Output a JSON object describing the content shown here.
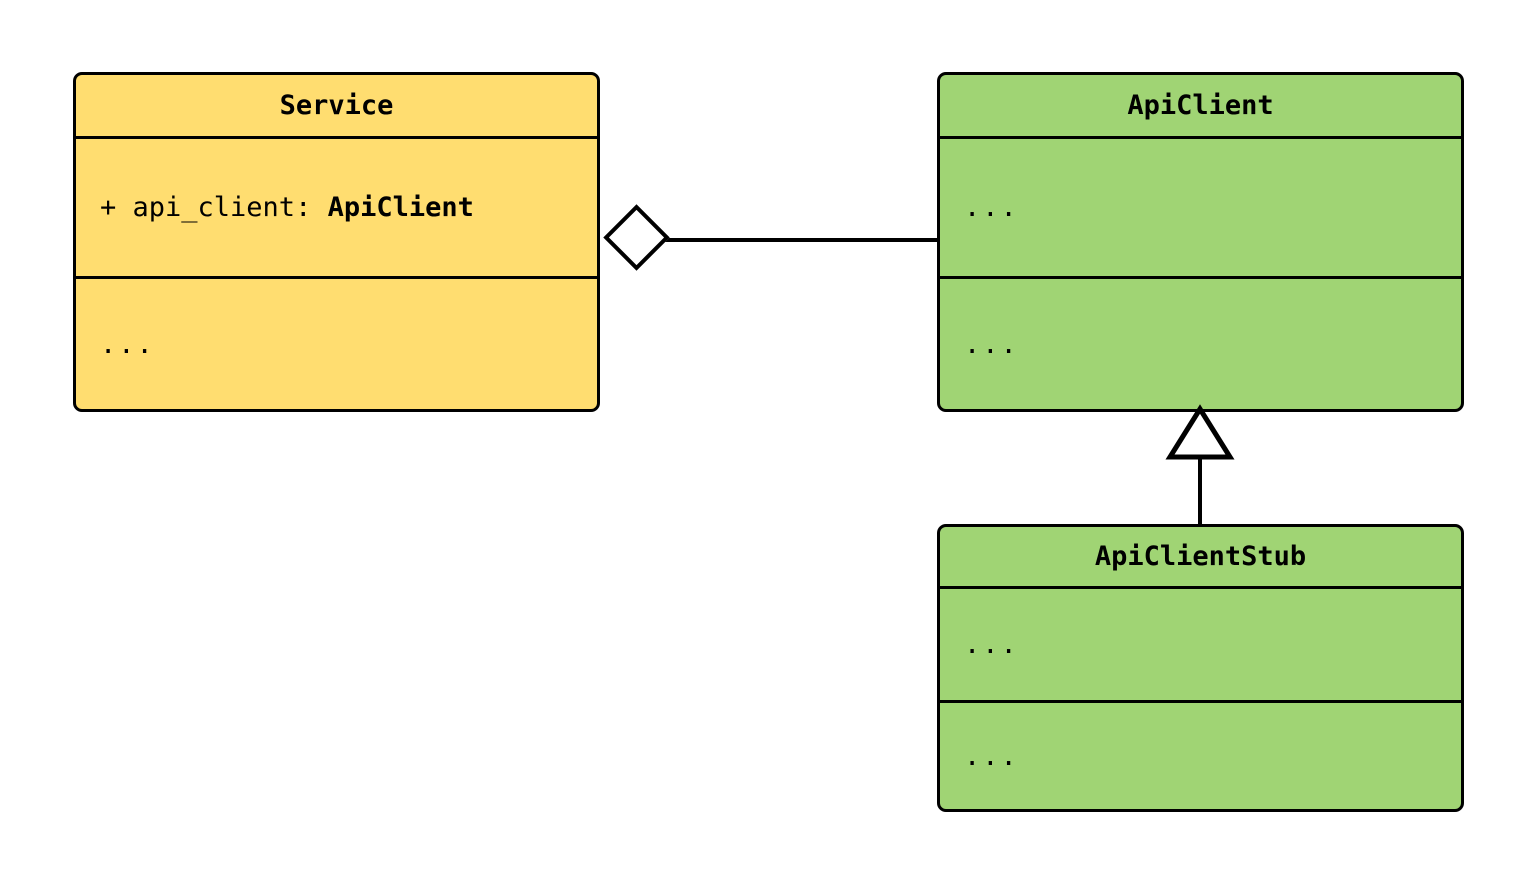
{
  "diagram": {
    "type": "uml-class-diagram",
    "background_color": "#ffffff",
    "stroke_color": "#000000",
    "classes": [
      {
        "id": "service",
        "name": "Service",
        "fill_color": "#ffdd70",
        "attributes": [
          {
            "visibility": "+",
            "name": "api_client",
            "separator": ": ",
            "type": "ApiClient",
            "text_plain": "+ api_client: ",
            "text_bold": "ApiClient"
          }
        ],
        "methods": [
          {
            "text": "..."
          }
        ]
      },
      {
        "id": "apiclient",
        "name": "ApiClient",
        "fill_color": "#a0d474",
        "attributes": [
          {
            "text": "..."
          }
        ],
        "methods": [
          {
            "text": "..."
          }
        ]
      },
      {
        "id": "apiclientstub",
        "name": "ApiClientStub",
        "fill_color": "#a0d474",
        "attributes": [
          {
            "text": "..."
          }
        ],
        "methods": [
          {
            "text": "..."
          }
        ]
      }
    ],
    "relations": [
      {
        "id": "service-aggregates-apiclient",
        "kind": "aggregation",
        "from": "service",
        "to": "apiclient",
        "marker": "hollow-diamond",
        "marker_at": "from",
        "line_style": "solid"
      },
      {
        "id": "apiclientstub-inherits-apiclient",
        "kind": "generalization",
        "from": "apiclientstub",
        "to": "apiclient",
        "marker": "hollow-triangle",
        "marker_at": "to",
        "line_style": "solid"
      }
    ]
  }
}
